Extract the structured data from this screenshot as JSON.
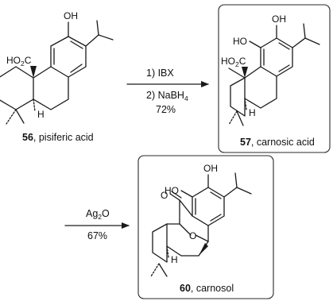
{
  "compounds": {
    "c56": {
      "number": "56",
      "name": ", pisiferic acid",
      "atoms": {
        "oh": "OH",
        "acid_main": "HO",
        "acid_sub": "2",
        "acid_tail": "C",
        "h": "H"
      }
    },
    "c57": {
      "number": "57",
      "name": ", carnosic acid",
      "atoms": {
        "oh_top": "OH",
        "oh_left": "HO",
        "acid_main": "HO",
        "acid_sub": "2",
        "acid_tail": "C",
        "h": "H"
      }
    },
    "c60": {
      "number": "60",
      "name": ", carnosol",
      "atoms": {
        "oh_top": "OH",
        "oh_left": "HO",
        "carbonyl_o": "O",
        "ether_o": "O",
        "h": "H"
      }
    }
  },
  "arrows": {
    "step1": {
      "line1": "1) IBX",
      "line2_main": "2) NaBH",
      "line2_sub": "4",
      "yield": "72%"
    },
    "step2": {
      "reagent_main": "Ag",
      "reagent_sub": "2",
      "reagent_tail": "O",
      "yield": "67%"
    }
  }
}
